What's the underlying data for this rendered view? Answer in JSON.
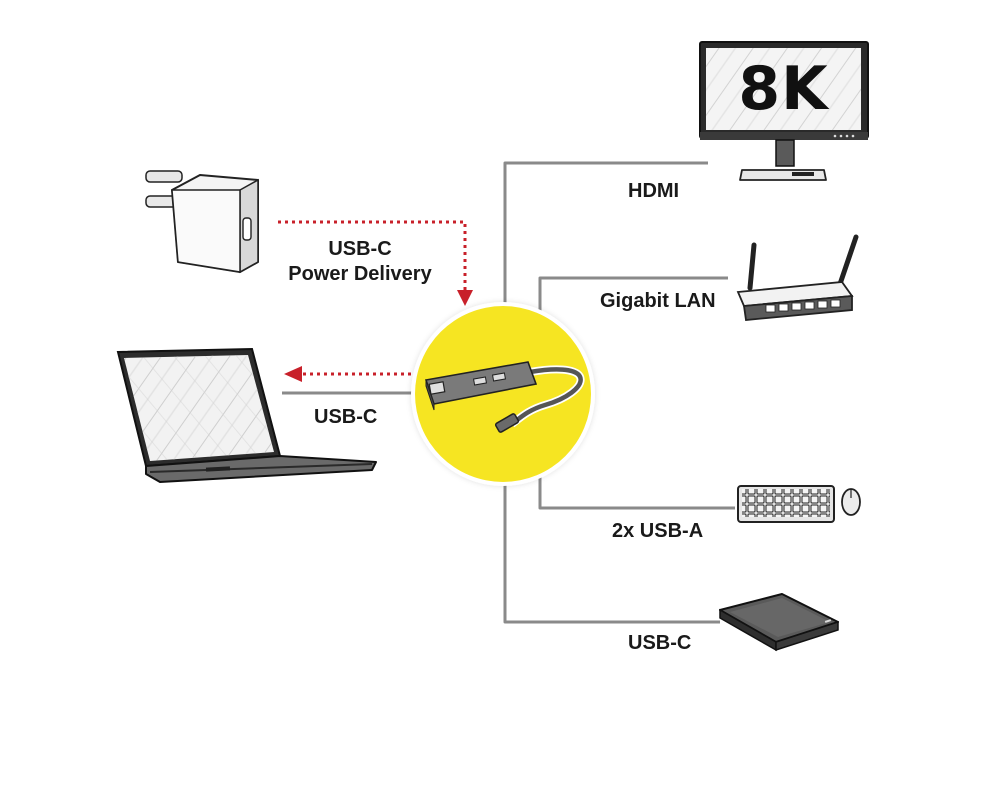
{
  "monitor": {
    "resolution": "8K"
  },
  "labels": {
    "hdmi": "HDMI",
    "gigabit_lan": "Gigabit LAN",
    "usb_a": "2x USB-A",
    "usb_c_storage": "USB-C",
    "usb_c_laptop": "USB-C",
    "power_line1": "USB-C",
    "power_line2": "Power Delivery"
  },
  "colors": {
    "hub_circle": "#f6e523",
    "power_arrow": "#c8202a",
    "connector_line": "#8a8a8a"
  },
  "icons": [
    "power-adapter-icon",
    "laptop-icon",
    "monitor-icon",
    "router-icon",
    "keyboard-mouse-icon",
    "external-drive-icon",
    "usb-hub-icon"
  ]
}
